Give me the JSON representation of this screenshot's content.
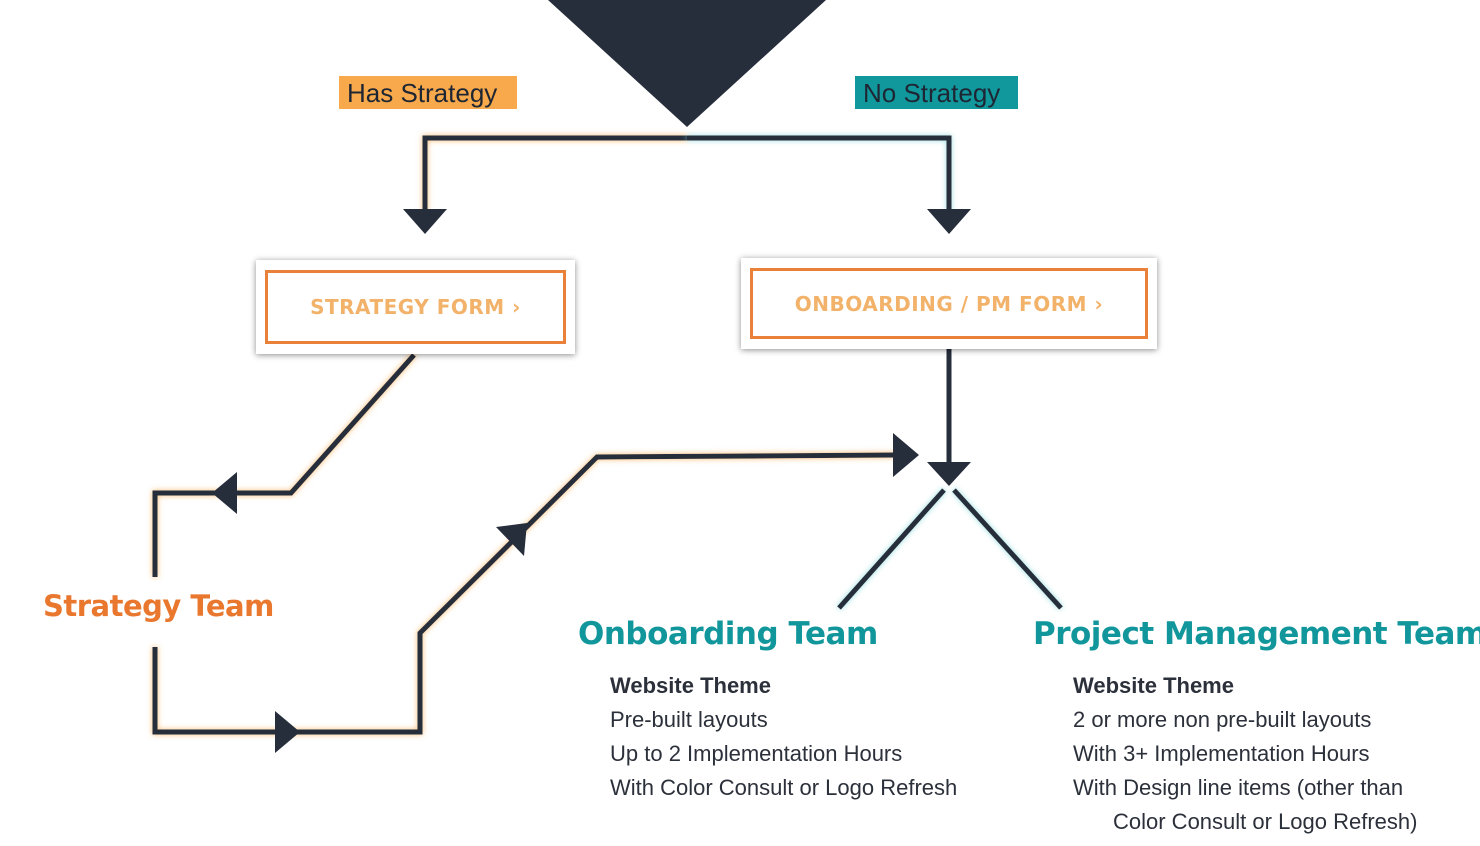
{
  "decision": {
    "has_strategy_label": "Has Strategy",
    "no_strategy_label": "No Strategy"
  },
  "forms": {
    "strategy_form_label": "STRATEGY FORM  ›",
    "onboarding_form_label": "ONBOARDING / PM FORM  ›"
  },
  "teams": {
    "strategy": "Strategy Team",
    "onboarding": "Onboarding Team",
    "pm": "Project Management Team"
  },
  "onboarding_criteria": {
    "heading": "Website Theme",
    "items": [
      "Pre-built layouts",
      "Up to 2 Implementation Hours",
      "With Color Consult or Logo Refresh"
    ]
  },
  "pm_criteria": {
    "heading": "Website Theme",
    "items": [
      "2 or more non pre-built layouts",
      "With 3+ Implementation Hours",
      "With Design line items (other than",
      "Color Consult or Logo Refresh)"
    ]
  },
  "colors": {
    "line": "#262d3b",
    "orange": "#e9813a",
    "orange_tag": "#f7a94c",
    "teal": "#10989d"
  }
}
